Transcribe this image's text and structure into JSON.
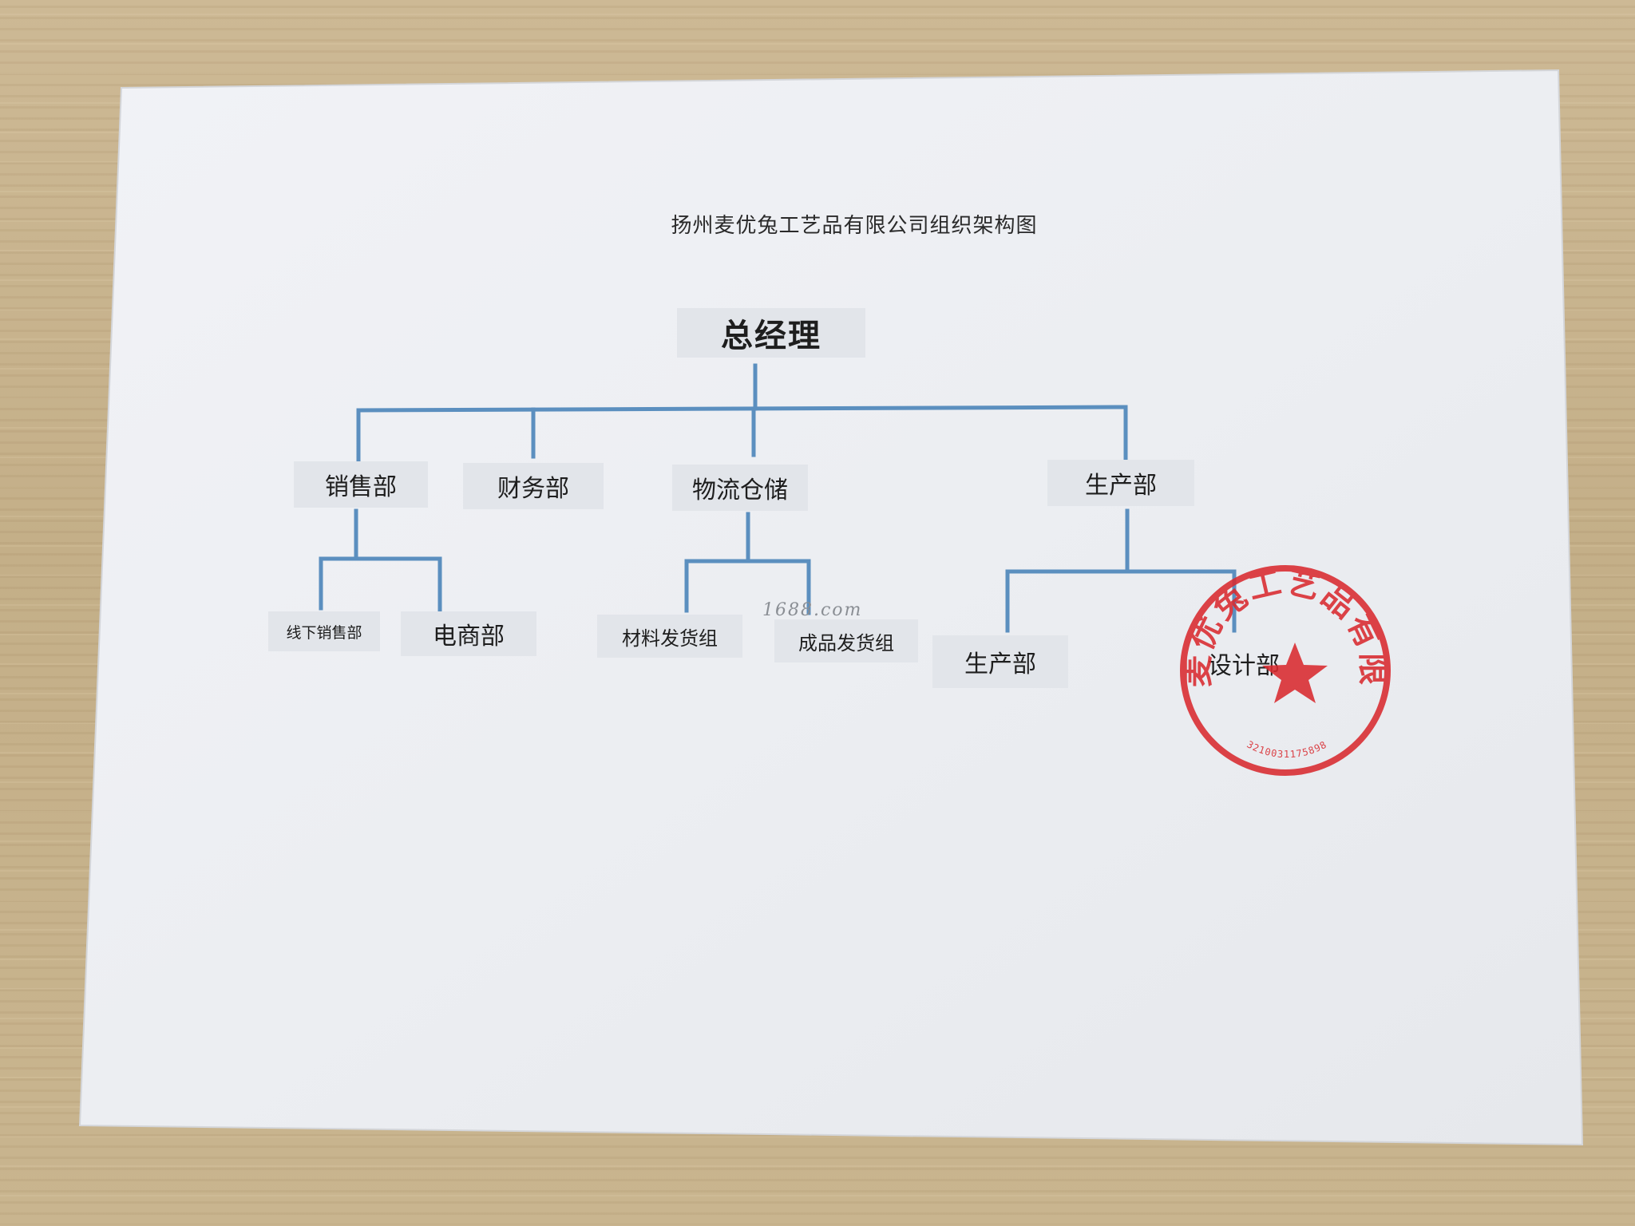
{
  "title": "扬州麦优兔工艺品有限公司组织架构图",
  "nodes": {
    "general_manager": "总经理",
    "sales": "销售部",
    "finance": "财务部",
    "logistics": "物流仓储",
    "production": "生产部",
    "offline_sales": "线下销售部",
    "ecommerce": "电商部",
    "materials_shipping": "材料发货组",
    "finished_shipping": "成品发货组",
    "production_sub": "生产部",
    "design": "设计部"
  },
  "watermark": "1688.com",
  "seal": {
    "company": "扬州麦优兔工艺品有限公司",
    "code": "3210031175898",
    "color": "#d92a2f"
  },
  "colors": {
    "connector": "#5b8fbf",
    "node_bg": "#e2e5ea"
  }
}
